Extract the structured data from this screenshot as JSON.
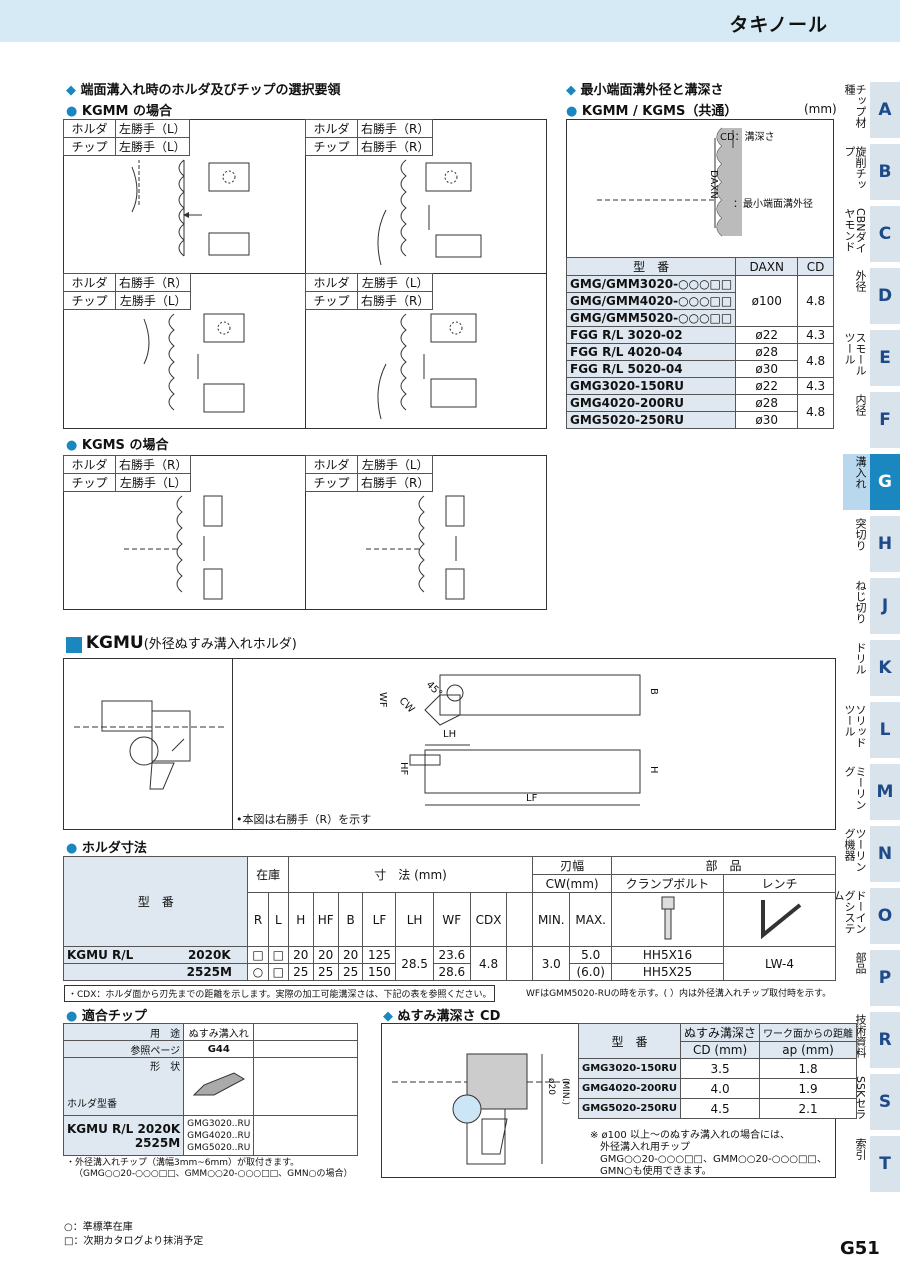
{
  "header": {
    "title": "タキノール"
  },
  "nav": [
    {
      "label": "チップ材種",
      "letter": "A"
    },
    {
      "label": "旋削チップ",
      "letter": "B"
    },
    {
      "label": "CBNダイヤモンド",
      "letter": "C"
    },
    {
      "label": "外径",
      "letter": "D"
    },
    {
      "label": "スモールツール",
      "letter": "E"
    },
    {
      "label": "内径",
      "letter": "F"
    },
    {
      "label": "溝入れ",
      "letter": "G"
    },
    {
      "label": "突切り",
      "letter": "H"
    },
    {
      "label": "ねじ切り",
      "letter": "J"
    },
    {
      "label": "ドリル",
      "letter": "K"
    },
    {
      "label": "ソリッドツール",
      "letter": "L"
    },
    {
      "label": "ミーリング",
      "letter": "M"
    },
    {
      "label": "ツーリング機器",
      "letter": "N"
    },
    {
      "label": "ドーイングシステム",
      "letter": "O"
    },
    {
      "label": "部品",
      "letter": "P"
    },
    {
      "label": "技術資料",
      "letter": "R"
    },
    {
      "label": "SSKセラミック",
      "letter": "S"
    },
    {
      "label": "索引",
      "letter": "T"
    }
  ],
  "selection": {
    "title": "端面溝入れ時のホルダ及びチップの選択要領",
    "kgmm_heading": "KGMM の場合",
    "kgms_heading": "KGMS の場合",
    "holder": "ホルダ",
    "tip": "チップ",
    "left_hand": "左勝手（L）",
    "right_hand": "右勝手（R）",
    "kgms_left": "右勝手（R）",
    "kgms_left_tip": "左勝手（L）",
    "kgms_right": "左勝手（L）",
    "kgms_right_tip": "右勝手（R）"
  },
  "mindiam": {
    "title": "最小端面溝外径と溝深さ",
    "subtitle": "KGMM / KGMS（共通）",
    "unit": "(mm)",
    "cd_label": "CD：溝深さ",
    "daxn_label": "：最小端面溝外径",
    "daxn": "DAXN",
    "headers": [
      "型　番",
      "DAXN",
      "CD"
    ],
    "rows": [
      {
        "model": "GMG/GMM3020-○○○□□"
      },
      {
        "model": "GMG/GMM4020-○○○□□",
        "daxn": "ø100",
        "cd": "4.8"
      },
      {
        "model": "GMG/GMM5020-○○○□□"
      },
      {
        "model": "FGG R/L 3020-02",
        "daxn": "ø22",
        "cd": "4.3"
      },
      {
        "model": "FGG R/L 4020-04",
        "daxn": "ø28",
        "cd": "4.8"
      },
      {
        "model": "FGG R/L 5020-04",
        "daxn": "ø30"
      },
      {
        "model": "GMG3020-150RU",
        "daxn": "ø22",
        "cd": "4.3"
      },
      {
        "model": "GMG4020-200RU",
        "daxn": "ø28",
        "cd": "4.8"
      },
      {
        "model": "GMG5020-250RU",
        "daxn": "ø30"
      }
    ]
  },
  "kgmu": {
    "title": "KGMU",
    "subtitle": "(外径ぬすみ溝入れホルダ)",
    "note": "•本図は右勝手（R）を示す",
    "dims": {
      "wf": "WF",
      "cw": "CW",
      "angle": "45°",
      "b": "B",
      "lh": "LH",
      "hf": "HF",
      "h": "H",
      "lf": "LF"
    }
  },
  "holder_dims": {
    "heading": "ホルダ寸法",
    "model_label": "型　番",
    "stock": "在庫",
    "dims_label": "寸　法 (mm)",
    "blade": "刃幅",
    "blade_unit": "CW(mm)",
    "parts": "部　品",
    "clamp": "クランプボルト",
    "wrench": "レンチ",
    "cols": [
      "R",
      "L",
      "H",
      "HF",
      "B",
      "LF",
      "LH",
      "WF",
      "CDX",
      "MIN.",
      "MAX."
    ],
    "row1": {
      "model": "KGMU R/L",
      "size": "2020K",
      "h": "20",
      "hf": "20",
      "b": "20",
      "lf": "125",
      "wf": "23.6",
      "bolt": "HH5X16",
      "max": "5.0"
    },
    "row2": {
      "size": "2525M",
      "h": "25",
      "hf": "25",
      "b": "25",
      "lf": "150",
      "wf": "28.6",
      "bolt": "HH5X25",
      "max": "(6.0)"
    },
    "lh": "28.5",
    "cdx": "4.8",
    "min": "3.0",
    "wrench_val": "LW-4",
    "note_left": "・CDX：ホルダ面から刃先までの距離を示します。実際の加工可能溝深さは、下記の表を参照ください。",
    "note_right": "WFはGMM5020-RUの時を示す。(  ）内は外径溝入れチップ取付時を示す。"
  },
  "tips": {
    "heading": "適合チップ",
    "use": "用　途",
    "use_val": "ぬすみ溝入れ",
    "ref": "参照ページ",
    "ref_val": "G44",
    "shape": "形　状",
    "holder_model": "ホルダ型番",
    "model": "KGMU R/L",
    "size1": "2020K",
    "size2": "2525M",
    "tips_list": [
      "GMG3020..RU",
      "GMG4020..RU",
      "GMG5020..RU"
    ],
    "note1": "・外径溝入れチップ（溝幅3mm~6mm）が取付きます。",
    "note2": "（GMG○○20-○○○□□、GMM○○20-○○○□□、GMN○の場合）"
  },
  "relief": {
    "heading": "ぬすみ溝深さ CD",
    "headers": [
      "型　番",
      "ぬすみ溝深さ",
      "ワーク面からの距離"
    ],
    "units": [
      "CD (mm)",
      "ap (mm)"
    ],
    "rows": [
      {
        "model": "GMG3020-150RU",
        "cd": "3.5",
        "ap": "1.8"
      },
      {
        "model": "GMG4020-200RU",
        "cd": "4.0",
        "ap": "1.9"
      },
      {
        "model": "GMG5020-250RU",
        "cd": "4.5",
        "ap": "2.1"
      }
    ],
    "note1": "※ ø100 以上～のぬすみ溝入れの場合には、",
    "note2": "外径溝入れ用チップ",
    "note3": "GMG○○20-○○○□□、GMM○○20-○○○□□、",
    "note4": "GMN○も使用できます。",
    "dim_label": "ø20",
    "min_label": "(MIN.)"
  },
  "legend": {
    "circle": "○：準標準在庫",
    "square": "□：次期カタログより抹消予定"
  },
  "page_no": "G51"
}
